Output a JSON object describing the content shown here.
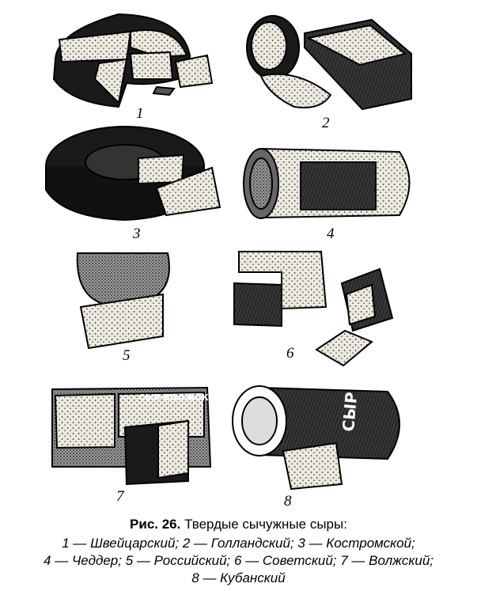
{
  "figure": {
    "labels": [
      "1",
      "2",
      "3",
      "4",
      "5",
      "6",
      "7",
      "8"
    ],
    "wrapper_stamps": {
      "item7": "СЫР ВОЛЖСКИЙ",
      "item8": "СЫР"
    }
  },
  "caption": {
    "title_prefix": "Рис. 26.",
    "title_text": "Твердые сычужные сыры:",
    "line1": "1 — Швейцарский; 2 — Голландский; 3 — Костромской;",
    "line2": "4 — Чеддер; 5 — Российский; 6 — Советский; 7 — Волжский;",
    "line3": "8 — Кубанский"
  },
  "colors": {
    "ink": "#000000",
    "dark_rind": "#1a1a1a",
    "paste": "#ece9df",
    "background": "#ffffff"
  }
}
